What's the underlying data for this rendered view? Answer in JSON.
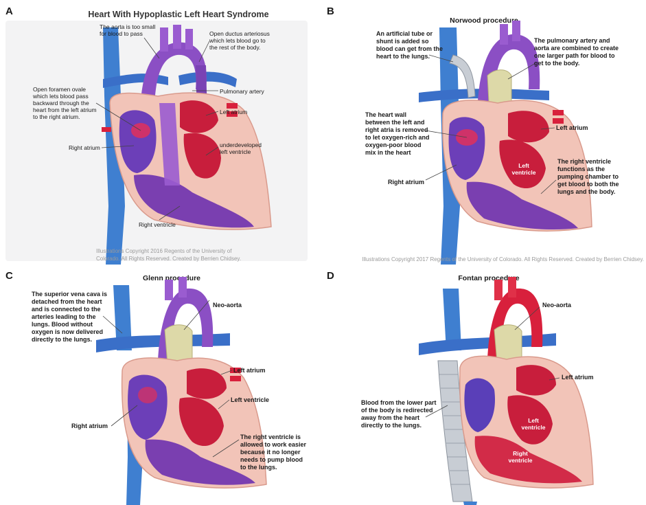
{
  "panelA": {
    "letter": "A",
    "title": "Heart With Hypoplastic Left Heart Syndrome",
    "labels": {
      "aorta_small": "The aorta is too small\nfor blood to pass",
      "ductus": "Open ductus arteriosus\nwhich lets blood go to\nthe rest of the body.",
      "foramen": "Open foramen ovale\nwhich lets blood pass\nbackward through the\nheart from the left atrium\nto the right atrium.",
      "pulmonary_artery": "Pulmonary artery",
      "left_atrium": "Left atrium",
      "right_atrium": "Right atrium",
      "underdeveloped_lv": "underdeveloped\nleft ventricle",
      "right_ventricle": "Right ventricle"
    },
    "copyright": "Illustrations Copyright 2016 Regents of the University of\nColorado.  All Rights Reserved. Created by Berrien Chidsey."
  },
  "panelB": {
    "letter": "B",
    "title": "Norwood procedure",
    "labels": {
      "shunt": "An artificial tube or\nshunt is added so\nblood can get from the\nheart to the lungs.",
      "combined": "The pulmonary artery and\naorta are combined to create\none larger path for blood to\nget to the body.",
      "heart_wall": "The heart wall\nbetween the left and\nright atria is removed\nto let oxygen-rich and\noxygen-poor blood\nmix in the heart",
      "left_atrium": "Left atrium",
      "left_ventricle": "Left\nventricle",
      "right_atrium": "Right atrium",
      "rv_pump": "The right ventricle\nfunctions as the\npumping chamber to\nget blood to both the\nlungs and the body."
    },
    "copyright": "Illustrations Copyright 2017 Regents of the University of Colorado.  All Rights Reserved. Created by Berrien Chidsey."
  },
  "panelC": {
    "letter": "C",
    "title": "Glenn procedure",
    "labels": {
      "svc": "The superior vena cava is\ndetached from the heart\nand is connected to the\narteries leading to the\nlungs. Blood without\noxygen is now delivered\ndirectly to the lungs.",
      "neo_aorta": "Neo-aorta",
      "left_atrium": "Left atrium",
      "left_ventricle": "Left ventricle",
      "right_atrium": "Right atrium",
      "rv_easier": "The right ventricle is\nallowed to work easier\nbecause it no longer\nneeds to pump blood\nto the lungs."
    }
  },
  "panelD": {
    "letter": "D",
    "title": "Fontan procedure",
    "labels": {
      "neo_aorta": "Neo-aorta",
      "left_atrium": "Left atrium",
      "lower_body": "Blood from the lower part\nof the body is redirected\naway from the heart\ndirectly to the lungs.",
      "left_ventricle": "Left\nventricle",
      "right_ventricle": "Right\nventricle"
    }
  },
  "colors": {
    "vein_blue": "#3f7fd0",
    "artery_purple": "#8b4fc4",
    "artery_red": "#d8203c",
    "muscle_pink": "#f2c4b8",
    "chamber_red": "#c81e3c",
    "chamber_purple": "#7a3fb0",
    "graft_tan": "#ddd9a8",
    "tube_gray": "#c8cdd4"
  }
}
